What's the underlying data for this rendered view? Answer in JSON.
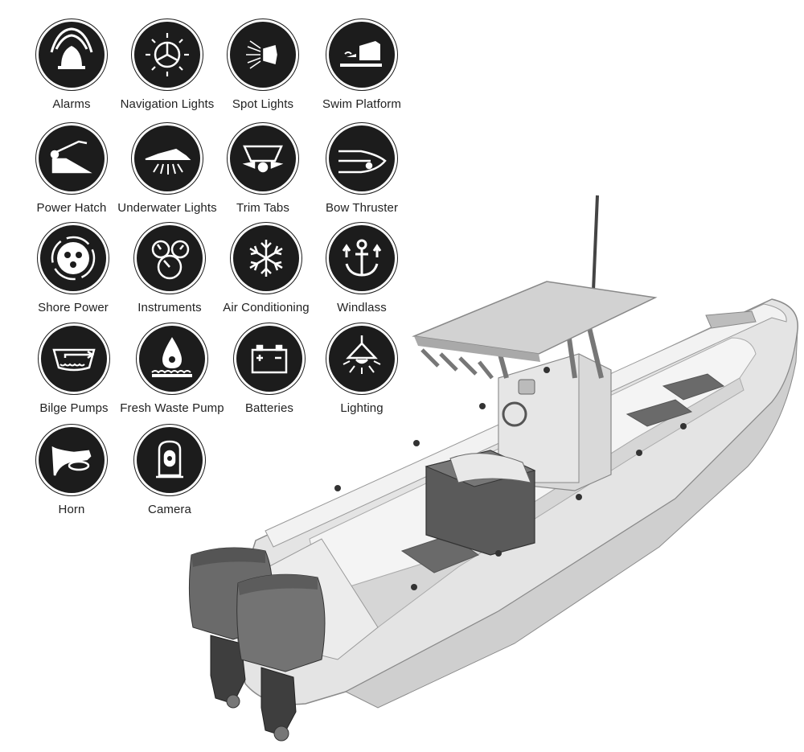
{
  "features": [
    {
      "label": "Alarms",
      "icon": "bell-icon"
    },
    {
      "label": "Navigation Lights",
      "icon": "navigation-lights-icon"
    },
    {
      "label": "Spot Lights",
      "icon": "spotlight-icon"
    },
    {
      "label": "Swim Platform",
      "icon": "swim-platform-icon"
    },
    {
      "label": "Power Hatch",
      "icon": "power-hatch-icon"
    },
    {
      "label": "Underwater Lights",
      "icon": "underwater-lights-icon"
    },
    {
      "label": "Trim Tabs",
      "icon": "trim-tabs-icon"
    },
    {
      "label": "Bow Thruster",
      "icon": "bow-thruster-icon"
    },
    {
      "label": "Shore Power",
      "icon": "shore-power-plug-icon"
    },
    {
      "label": "Instruments",
      "icon": "gauges-icon"
    },
    {
      "label": "Air Conditioning",
      "icon": "snowflake-icon"
    },
    {
      "label": "Windlass",
      "icon": "anchor-icon"
    },
    {
      "label": "Bilge Pumps",
      "icon": "bilge-pump-icon"
    },
    {
      "label": "Fresh Waste Pump",
      "icon": "water-drop-icon"
    },
    {
      "label": "Batteries",
      "icon": "battery-icon"
    },
    {
      "label": "Lighting",
      "icon": "ceiling-lamp-icon"
    },
    {
      "label": "Horn",
      "icon": "horn-icon"
    },
    {
      "label": "Camera",
      "icon": "camera-icon"
    }
  ],
  "colors": {
    "icon_fill": "#1c1c1c",
    "hull": "#e4e4e4",
    "motor": "#6a6a6a"
  }
}
